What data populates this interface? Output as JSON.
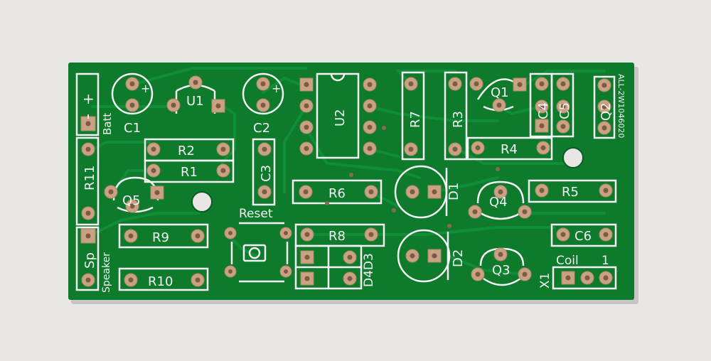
{
  "colors": {
    "background": "#e9e7e5",
    "board": "#0d7a2c",
    "copper_trace": "#0f8a34",
    "silkscreen": "#f4f4f4",
    "pad": "#c9a183",
    "pad_hole": "#7d5a44"
  },
  "board": {
    "part_number": "ALL-2W1046020"
  },
  "labels": {
    "batt_plus": "+",
    "batt_minus": "-",
    "batt": "Batt",
    "c1": "C1",
    "c1_pol": "+",
    "u1": "U1",
    "c2": "C2",
    "c2_pol": "+",
    "u2": "U2",
    "r7": "R7",
    "r3": "R3",
    "q1": "Q1",
    "c4": "C4",
    "c5": "C5",
    "q2": "Q2",
    "r4": "R4",
    "r2": "R2",
    "r1": "R1",
    "c3": "C3",
    "r11": "R11",
    "q5": "Q5",
    "r6": "R6",
    "d1": "D1",
    "q4": "Q4",
    "r5": "R5",
    "reset": "Reset",
    "r9": "R9",
    "r8": "R8",
    "c6": "C6",
    "sp": "Sp",
    "speaker": "Speaker",
    "d4d3": "D4D3",
    "d2": "D2",
    "q3": "Q3",
    "coil": "Coil",
    "coil_pin1": "1",
    "x1": "X1",
    "r10": "R10"
  }
}
